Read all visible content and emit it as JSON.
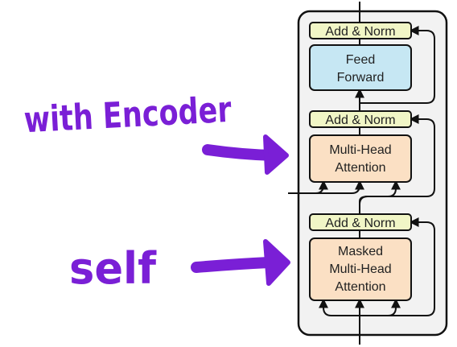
{
  "colors": {
    "ink": "#111111",
    "frame_fill": "#f2f2f2",
    "add_norm_fill": "#f1f6c6",
    "feed_forward_fill": "#c6e7f3",
    "attention_fill": "#fbe0c4",
    "annotation": "#7a1fd6"
  },
  "decoder_block": {
    "top_add_norm": "Add & Norm",
    "feed_forward": [
      "Feed",
      "Forward"
    ],
    "middle_add_norm": "Add & Norm",
    "cross_attention": [
      "Multi-Head",
      "Attention"
    ],
    "bottom_add_norm": "Add & Norm",
    "masked_attention": [
      "Masked",
      "Multi-Head",
      "Attention"
    ]
  },
  "annotations": {
    "upper_note": "with Encoder",
    "lower_note": "self"
  }
}
